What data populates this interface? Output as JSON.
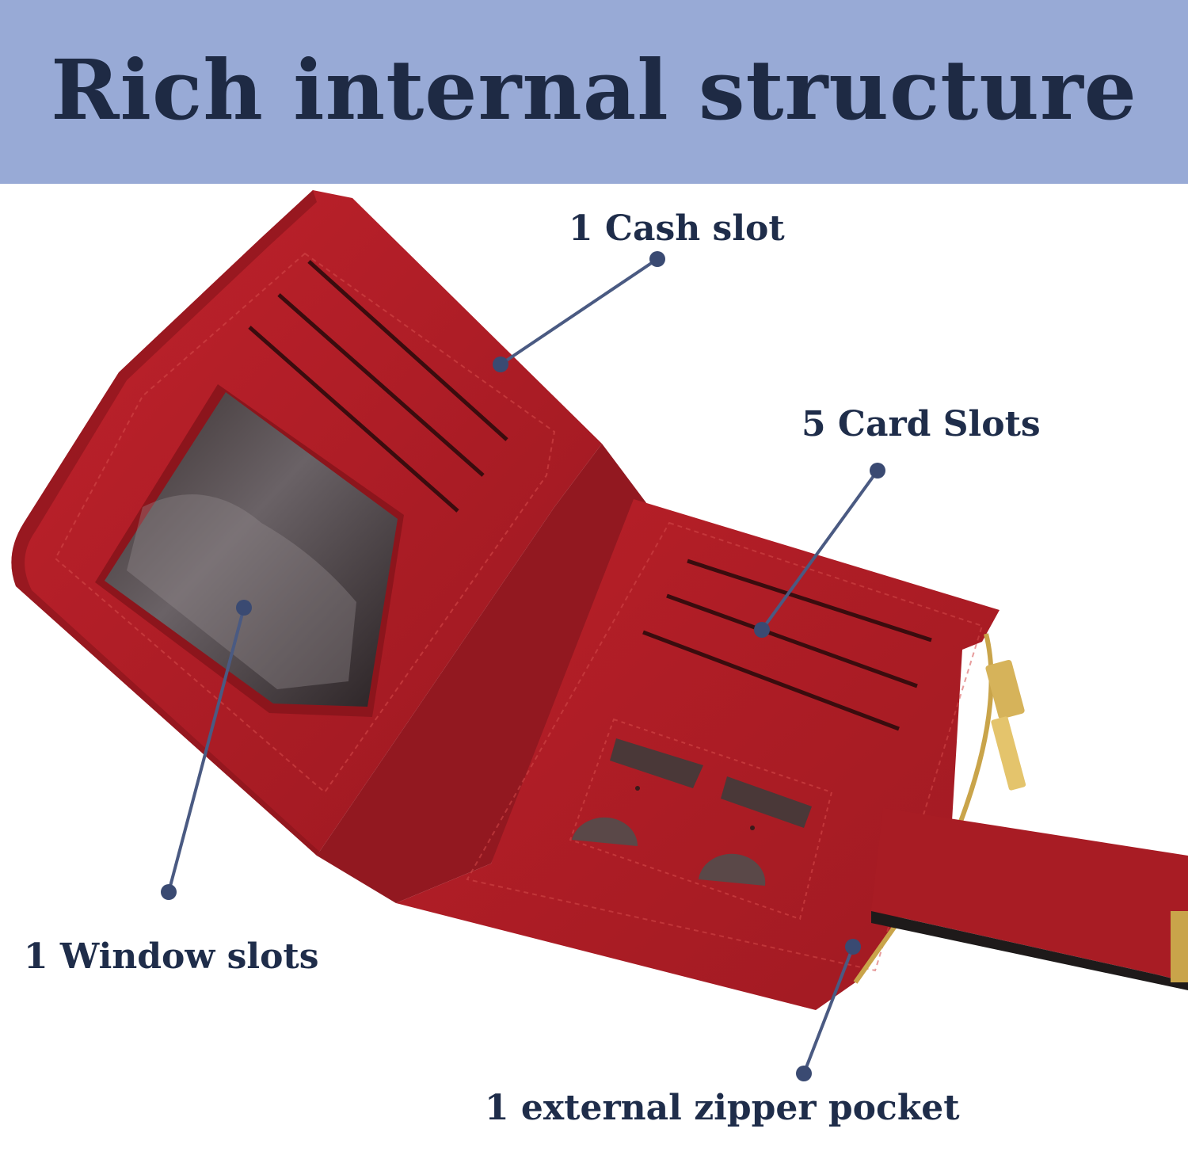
{
  "title": "Rich internal structure",
  "callouts": {
    "cash_slot": "1 Cash slot",
    "card_slots": "5 Card Slots",
    "window_slots": "1 Window slots",
    "zipper_pocket": "1 external zipper pocket"
  },
  "colors": {
    "banner": "#98aad6",
    "title_text": "#1e2a44",
    "leather": "#b0202a",
    "leader_line": "#4a5a82"
  }
}
